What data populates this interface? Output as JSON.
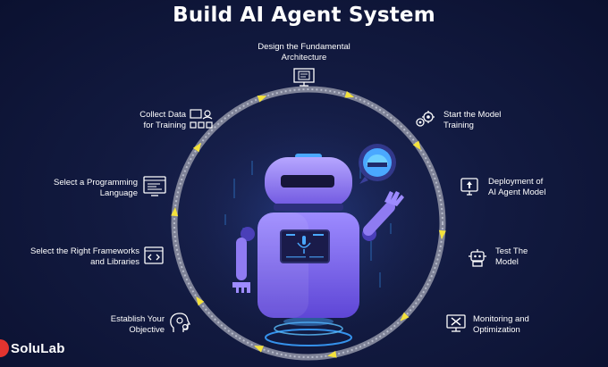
{
  "title": "Build AI Agent System",
  "steps": [
    {
      "id": "design",
      "lines": [
        "Design the Fundamental",
        "Architecture"
      ],
      "icon": "blueprint-monitor-icon"
    },
    {
      "id": "training",
      "lines": [
        "Start the Model",
        "Training"
      ],
      "icon": "gears-icon"
    },
    {
      "id": "deploy",
      "lines": [
        "Deployment of",
        "AI Agent Model"
      ],
      "icon": "deploy-icon"
    },
    {
      "id": "test",
      "lines": [
        "Test The",
        "Model"
      ],
      "icon": "test-robot-icon"
    },
    {
      "id": "monitor",
      "lines": [
        "Monitoring and",
        "Optimization"
      ],
      "icon": "monitor-tools-icon"
    },
    {
      "id": "collect",
      "lines": [
        "Collect Data",
        "for Training"
      ],
      "icon": "data-collection-icon"
    },
    {
      "id": "language",
      "lines": [
        "Select a Programming",
        "Language"
      ],
      "icon": "code-window-icon"
    },
    {
      "id": "frameworks",
      "lines": [
        "Select the Right Frameworks",
        "and Libraries"
      ],
      "icon": "code-browser-icon"
    },
    {
      "id": "objective",
      "lines": [
        "Establish Your",
        "Objective"
      ],
      "icon": "head-gears-icon"
    }
  ],
  "logo": {
    "text": "SoluLab"
  },
  "colors": {
    "background": "#121a40",
    "ring": "#8a8fa3",
    "arrow": "#f4e23c",
    "robot": "#8f7bf2",
    "robot_glow": "#4aa8ff"
  }
}
